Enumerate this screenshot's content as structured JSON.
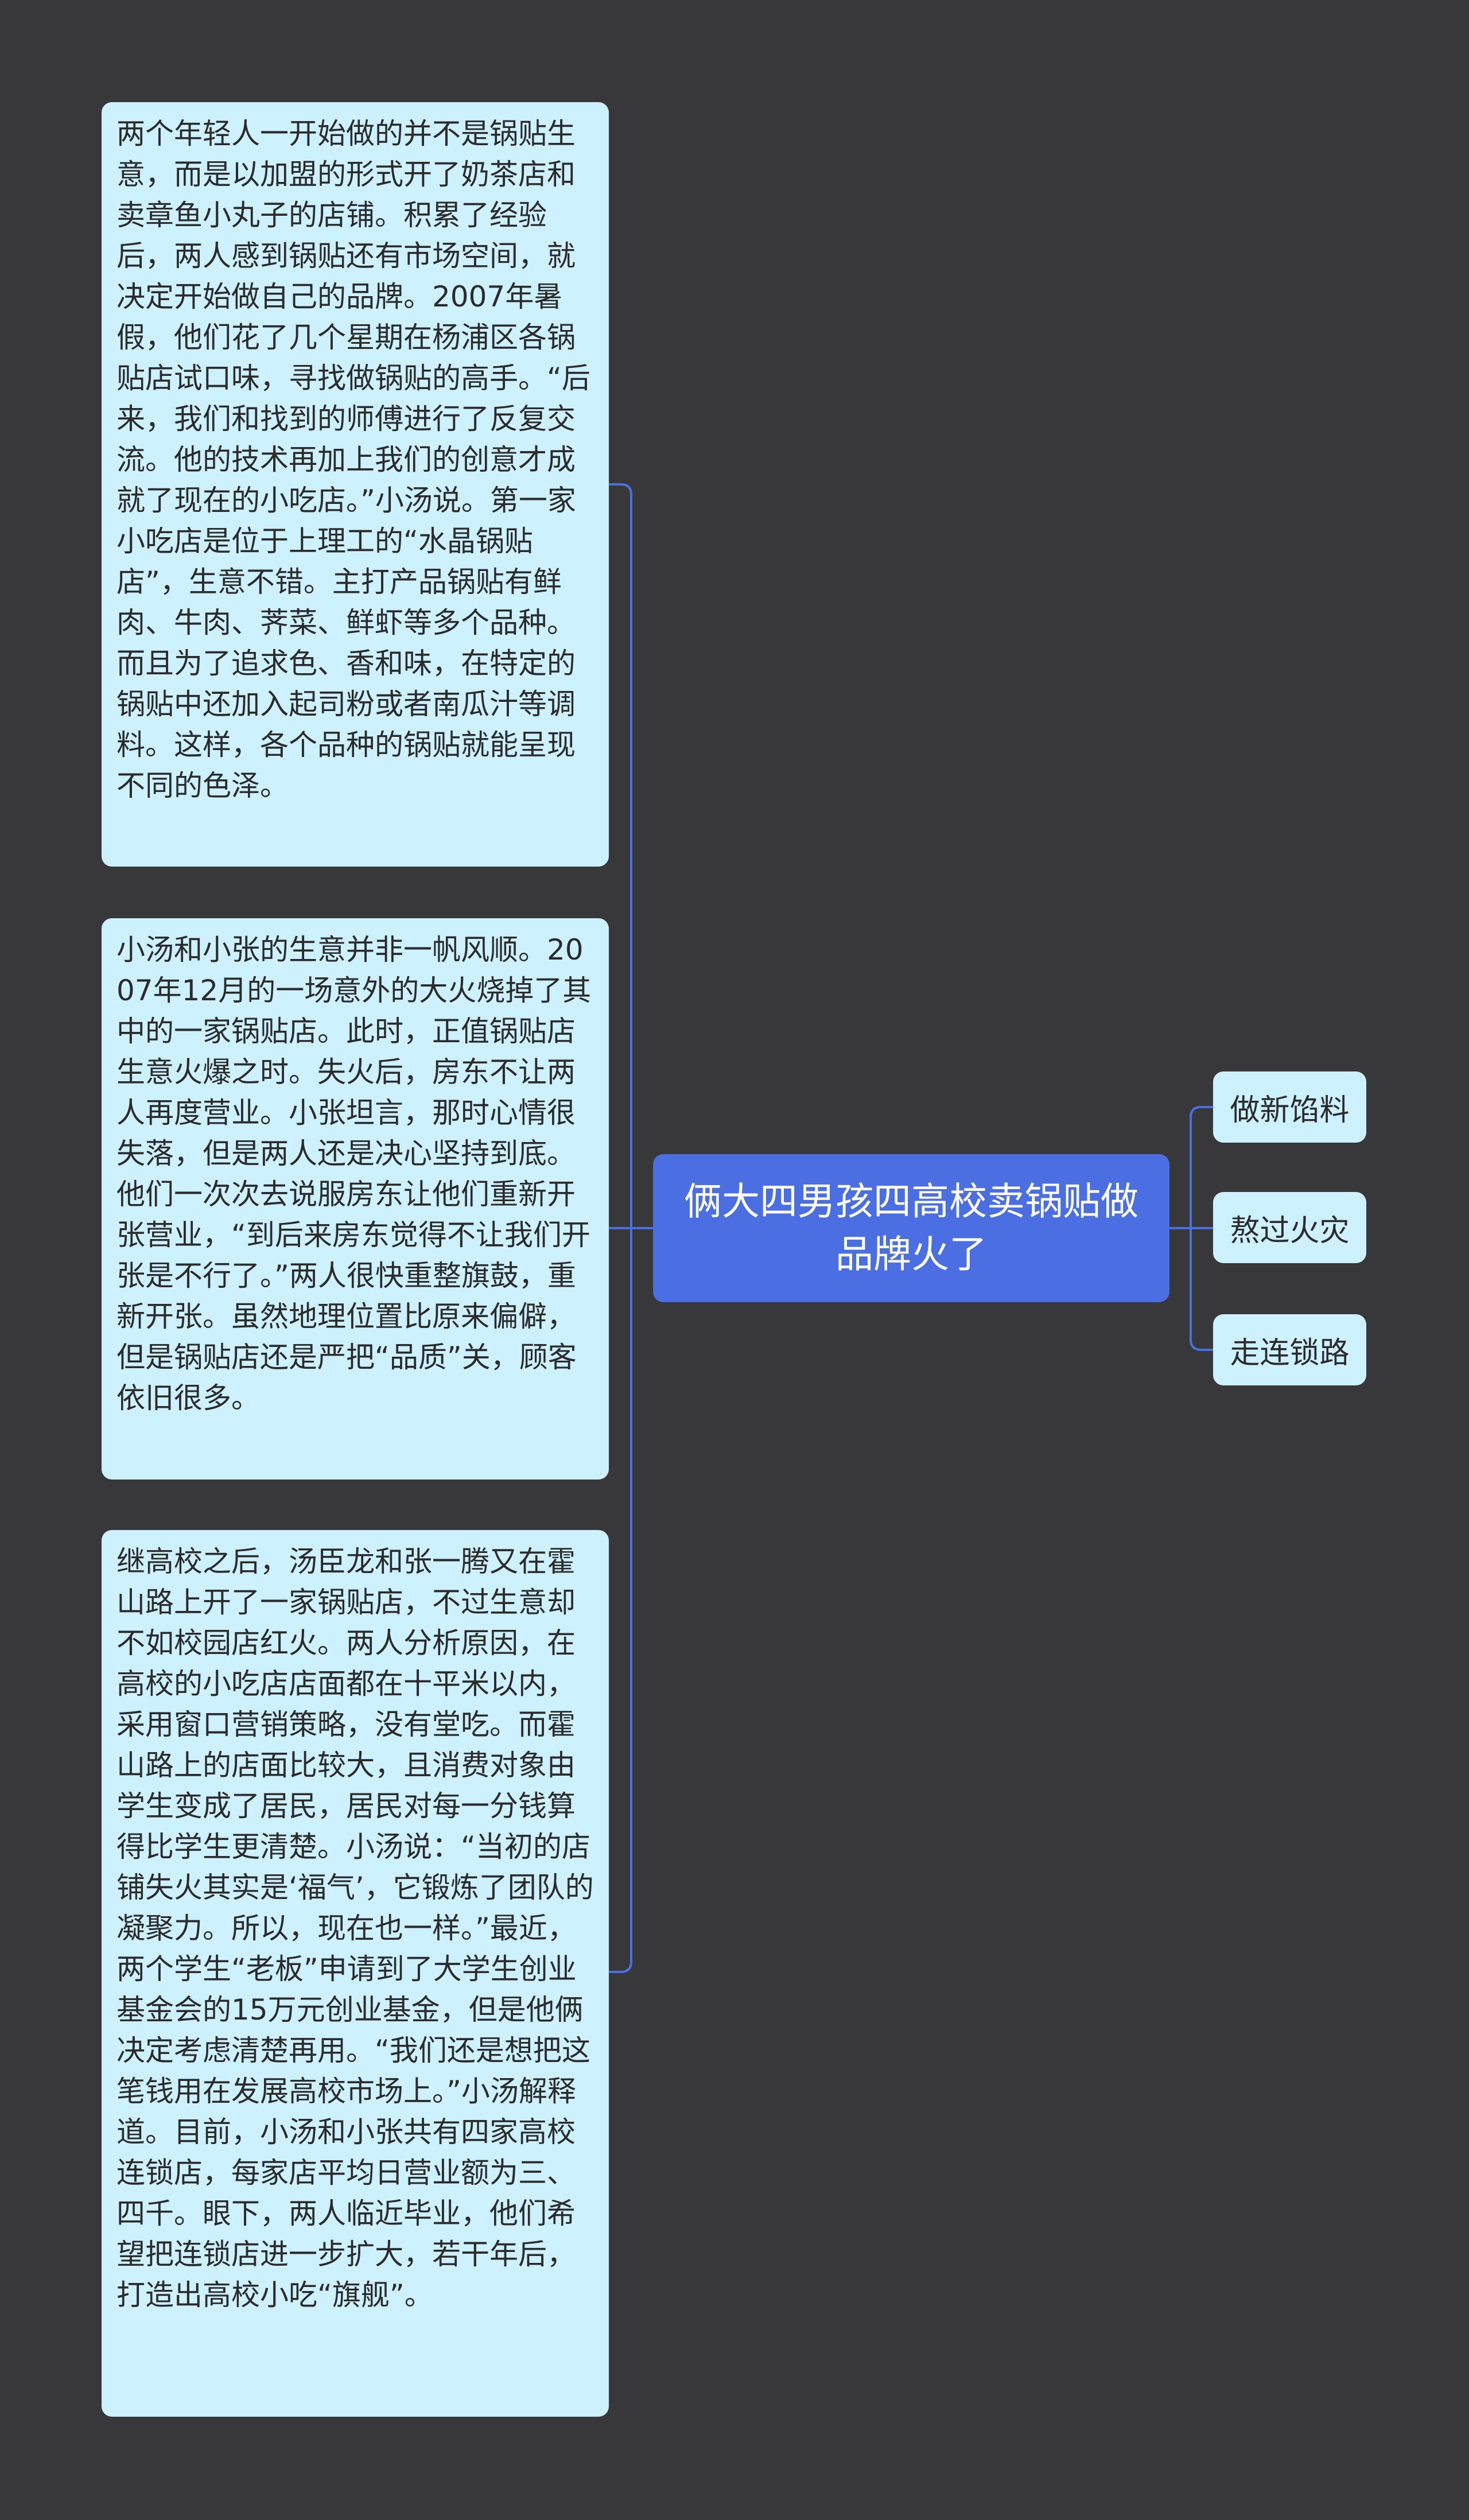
{
  "center": {
    "title": "俩大四男孩四高校卖锅贴做品牌火了"
  },
  "left_cards": [
    {
      "text": "两个年轻人一开始做的并不是锅贴生意，而是以加盟的形式开了奶茶店和卖章鱼小丸子的店铺。积累了经验后，两人感到锅贴还有市场空间，就决定开始做自己的品牌。2007年暑假，他们花了几个星期在杨浦区各锅贴店试口味，寻找做锅贴的高手。“后来，我们和找到的师傅进行了反复交流。他的技术再加上我们的创意才成就了现在的小吃店。”小汤说。第一家小吃店是位于上理工的“水晶锅贴店”，生意不错。主打产品锅贴有鲜肉、牛肉、荠菜、鲜虾等多个品种。而且为了追求色、香和味，在特定的锅贴中还加入起司粉或者南瓜汁等调料。这样，各个品种的锅贴就能呈现不同的色泽。"
    },
    {
      "text": "小汤和小张的生意并非一帆风顺。2007年12月的一场意外的大火烧掉了其中的一家锅贴店。此时，正值锅贴店生意火爆之时。失火后，房东不让两人再度营业。小张坦言，那时心情很失落，但是两人还是决心坚持到底。他们一次次去说服房东让他们重新开张营业，“到后来房东觉得不让我们开张是不行了。”两人很快重整旗鼓，重新开张。虽然地理位置比原来偏僻，但是锅贴店还是严把“品质”关，顾客依旧很多。"
    },
    {
      "text": "继高校之后，汤臣龙和张一腾又在霍山路上开了一家锅贴店，不过生意却不如校园店红火。两人分析原因，在高校的小吃店店面都在十平米以内，采用窗口营销策略，没有堂吃。而霍山路上的店面比较大，且消费对象由学生变成了居民，居民对每一分钱算得比学生更清楚。小汤说：“当初的店铺失火其实是‘福气’，它锻炼了团队的凝聚力。所以，现在也一样。”最近，两个学生“老板”申请到了大学生创业基金会的15万元创业基金，但是他俩决定考虑清楚再用。“我们还是想把这笔钱用在发展高校市场上。”小汤解释道。目前，小汤和小张共有四家高校连锁店，每家店平均日营业额为三、四千。眼下，两人临近毕业，他们希望把连锁店进一步扩大，若干年后，打造出高校小吃“旗舰”。"
    }
  ],
  "right_leaves": [
    {
      "label": "做新馅料"
    },
    {
      "label": "熬过火灾"
    },
    {
      "label": "走连锁路"
    }
  ],
  "colors": {
    "background": "#38373a",
    "center_node": "#4b6fe2",
    "card": "#cdf1ff",
    "connector": "#4b6fe2"
  }
}
